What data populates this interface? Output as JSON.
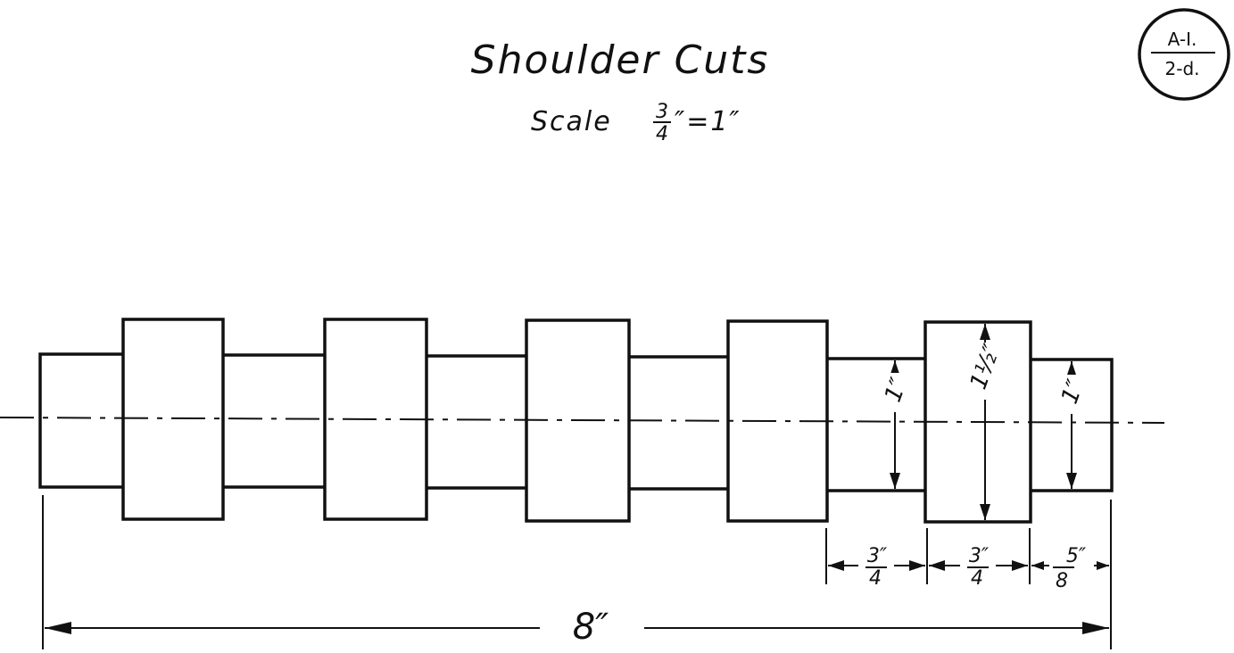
{
  "title": "Shoulder Cuts",
  "scale": {
    "label": "Scale",
    "fraction_num": "3",
    "fraction_den": "4",
    "rest": "″=1″"
  },
  "badge": {
    "top": "A-I.",
    "bottom": "2-d."
  },
  "dimensions": {
    "overall": "8″",
    "dia_left": "1″",
    "dia_collar": "1½″",
    "dia_right": "1″",
    "len1_num": "3″",
    "len1_den": "4",
    "len2_num": "3″",
    "len2_den": "4",
    "len3_num": "5″",
    "len3_den": "8"
  }
}
